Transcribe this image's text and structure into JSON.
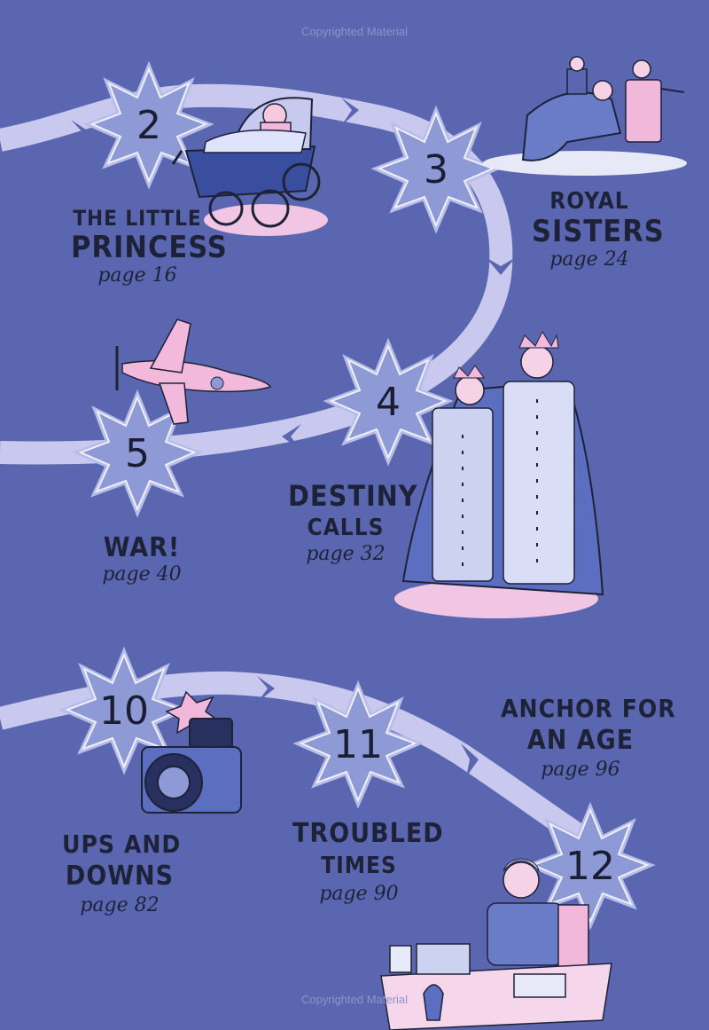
{
  "watermark": "Copyrighted Material",
  "chapters": [
    {
      "number": "2",
      "title_lines": [
        "THE LITTLE",
        "PRINCESS"
      ],
      "page": "page 16"
    },
    {
      "number": "3",
      "title_lines": [
        "ROYAL",
        "SISTERS"
      ],
      "page": "page 24"
    },
    {
      "number": "4",
      "title_lines": [
        "DESTINY",
        "CALLS"
      ],
      "page": "page 32"
    },
    {
      "number": "5",
      "title_lines": [
        "WAR!"
      ],
      "page": "page 40"
    },
    {
      "number": "10",
      "title_lines": [
        "UPS AND",
        "DOWNS"
      ],
      "page": "page 82"
    },
    {
      "number": "11",
      "title_lines": [
        "TROUBLED",
        "TIMES"
      ],
      "page": "page 90"
    },
    {
      "number": "12",
      "title_lines": [
        "ANCHOR FOR",
        "AN AGE"
      ],
      "page": "page 96"
    }
  ],
  "colors": {
    "background": "#5a67b0",
    "path": "#c9c8ee",
    "star_fill": "#8e9ad6",
    "star_glow": "#b7bde8",
    "pink": "#f1b8dc",
    "ink": "#1e2238"
  },
  "illustrations": [
    "pram-with-baby",
    "sisters-playing",
    "coronation",
    "spitfire-plane",
    "camera-with-flash",
    "queen-at-desk"
  ]
}
